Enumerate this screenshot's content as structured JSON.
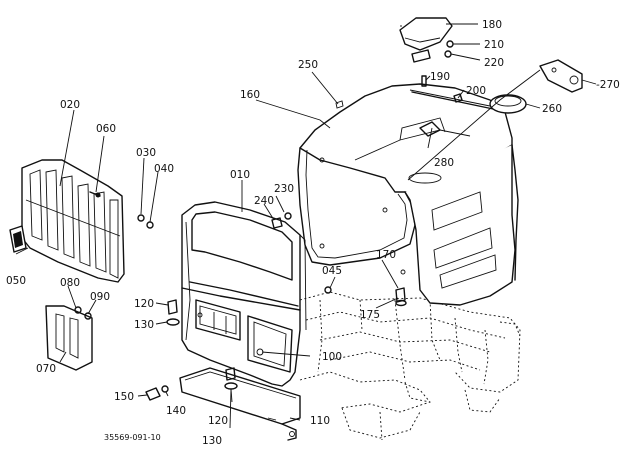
{
  "diagram_code": "35569-091-10",
  "parts": [
    {
      "id": "p010",
      "label": "010"
    },
    {
      "id": "p020",
      "label": "020"
    },
    {
      "id": "p030",
      "label": "030"
    },
    {
      "id": "p040",
      "label": "040"
    },
    {
      "id": "p045",
      "label": "045"
    },
    {
      "id": "p050",
      "label": "050"
    },
    {
      "id": "p060",
      "label": "060"
    },
    {
      "id": "p070",
      "label": "070"
    },
    {
      "id": "p080",
      "label": "080"
    },
    {
      "id": "p090",
      "label": "090"
    },
    {
      "id": "p100",
      "label": "100"
    },
    {
      "id": "p110",
      "label": "110"
    },
    {
      "id": "p120a",
      "label": "120"
    },
    {
      "id": "p120b",
      "label": "120"
    },
    {
      "id": "p130a",
      "label": "130"
    },
    {
      "id": "p130b",
      "label": "130"
    },
    {
      "id": "p140",
      "label": "140"
    },
    {
      "id": "p150",
      "label": "150"
    },
    {
      "id": "p160",
      "label": "160"
    },
    {
      "id": "p170",
      "label": "170"
    },
    {
      "id": "p175",
      "label": "175"
    },
    {
      "id": "p180",
      "label": "180"
    },
    {
      "id": "p190",
      "label": "190"
    },
    {
      "id": "p200",
      "label": "200"
    },
    {
      "id": "p210",
      "label": "210"
    },
    {
      "id": "p220",
      "label": "220"
    },
    {
      "id": "p230",
      "label": "230"
    },
    {
      "id": "p240",
      "label": "240"
    },
    {
      "id": "p250",
      "label": "250"
    },
    {
      "id": "p260",
      "label": "260"
    },
    {
      "id": "p270",
      "label": "-270"
    },
    {
      "id": "p280",
      "label": "280"
    }
  ]
}
